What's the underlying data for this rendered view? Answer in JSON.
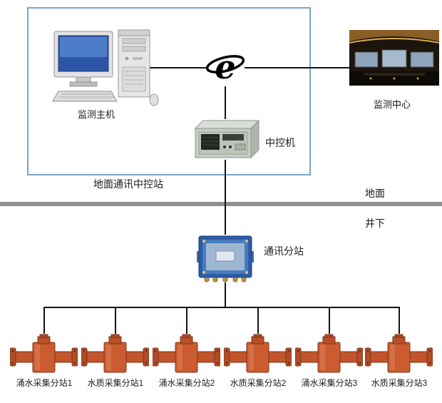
{
  "labels": {
    "host": "监测主机",
    "center": "监测中心",
    "controller": "中控机",
    "ground_station": "地面通讯中控站",
    "surface": "地面",
    "underground": "井下",
    "substation": "通讯分站"
  },
  "devices": [
    {
      "label": "涌水采集分站1"
    },
    {
      "label": "水质采集分站1"
    },
    {
      "label": "涌水采集分站2"
    },
    {
      "label": "水质采集分站2"
    },
    {
      "label": "涌水采集分站3"
    },
    {
      "label": "水质采集分站3"
    }
  ],
  "icons": {
    "internet": "internet-e-icon",
    "host": "desktop-computer-icon",
    "center": "control-room-image",
    "controller": "industrial-pc-icon",
    "substation": "mine-substation-icon",
    "device": "pipe-collector-icon"
  },
  "colors": {
    "box_border": "#7aa6c6",
    "divider": "#8f8f8f",
    "line": "#141414",
    "substation_blue": "#2c5ca6",
    "device_orange": "#c2552c"
  }
}
